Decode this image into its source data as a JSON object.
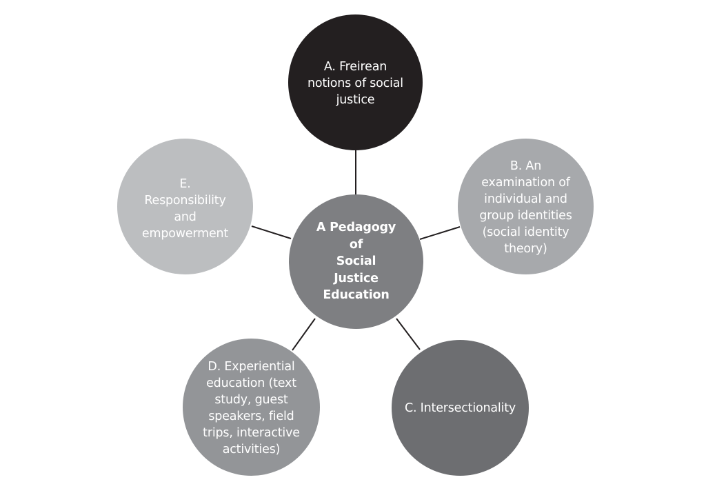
{
  "diagram": {
    "center": {
      "label": "A Pedagogy\nof\nSocial\nJustice\nEducation"
    },
    "nodes": {
      "a": {
        "label": "A. Freirean\nnotions of  social\njustice",
        "color": "#231f20"
      },
      "b": {
        "label": "B. An\nexamination of\nindividual and\ngroup identities\n(social identity\ntheory)",
        "color": "#a7a9ac"
      },
      "c": {
        "label": "C. Intersectionality",
        "color": "#6d6e71"
      },
      "d": {
        "label": "D. Experiential\neducation (text\nstudy, guest\nspeakers, field\ntrips, interactive\nactivities)",
        "color": "#939598"
      },
      "e": {
        "label": "E.\nResponsibility\nand\nempowerment",
        "color": "#bcbec0"
      }
    },
    "center_color": "#7e7f82",
    "connector_color": "#231f20"
  }
}
